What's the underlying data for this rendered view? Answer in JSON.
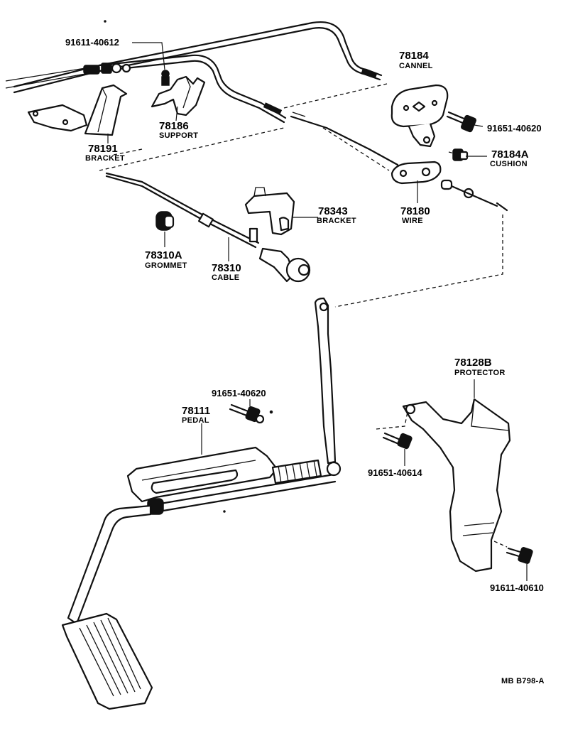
{
  "parts": {
    "bolt_91611_40612": "91611-40612",
    "p78184": {
      "number": "78184",
      "name": "CANNEL"
    },
    "p78186": {
      "number": "78186",
      "name": "SUPPORT"
    },
    "bolt_91651_40620_top": "91651-40620",
    "p78191": {
      "number": "78191",
      "name": "BRACKET"
    },
    "p78184A": {
      "number": "78184A",
      "name": "CUSHION"
    },
    "p78343": {
      "number": "78343",
      "name": "BRACKET"
    },
    "p78180": {
      "number": "78180",
      "name": "WIRE"
    },
    "p78310A": {
      "number": "78310A",
      "name": "GROMMET"
    },
    "p78310": {
      "number": "78310",
      "name": "CABLE"
    },
    "p78128B": {
      "number": "78128B",
      "name": "PROTECTOR"
    },
    "bolt_91651_40620_mid": "91651-40620",
    "p78111": {
      "number": "78111",
      "name": "PEDAL"
    },
    "bolt_91651_40614": "91651-40614",
    "bolt_91611_40610": "91611-40610"
  },
  "figure_code": "MB  B798-A"
}
